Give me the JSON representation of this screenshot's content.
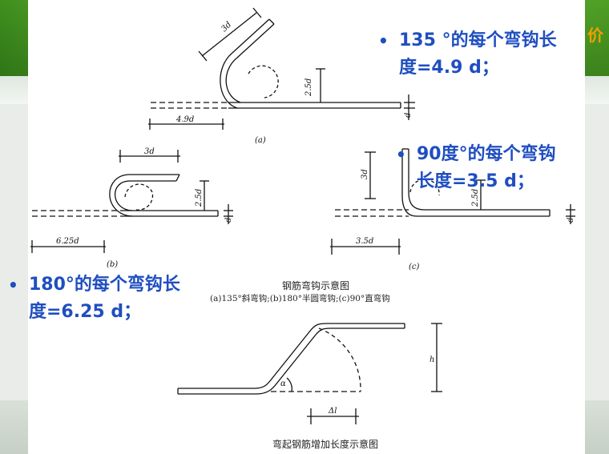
{
  "corner_text": "价",
  "notes": [
    {
      "line1": "135 °的每个弯钩长",
      "line2": "度=4.9 d；"
    },
    {
      "line1": "90度°的每个弯钩",
      "line2": "长度=3.5 d；"
    },
    {
      "line1": "180°的每个弯钩长",
      "line2": "度=6.25 d；"
    }
  ],
  "labels": {
    "a_3d": "3d",
    "a_25d": "2.5d",
    "a_d": "d",
    "a_49d": "4.9d",
    "a_tag": "(a)",
    "b_3d": "3d",
    "b_25d": "2.5d",
    "b_d": "d",
    "b_625d": "6.25d",
    "b_tag": "(b)",
    "c_3d": "3d",
    "c_25d": "2.5d",
    "c_d": "d",
    "c_35d": "3.5d",
    "c_tag": "(c)",
    "bend_h": "h",
    "bend_alpha": "α",
    "bend_dl": "Δl"
  },
  "captions": {
    "hook_title": "钢筋弯钩示意图",
    "hook_sub": "(a)135°斜弯钩;(b)180°半圆弯钩;(c)90°直弯钩",
    "bend_title": "弯起钢筋增加长度示意图"
  }
}
